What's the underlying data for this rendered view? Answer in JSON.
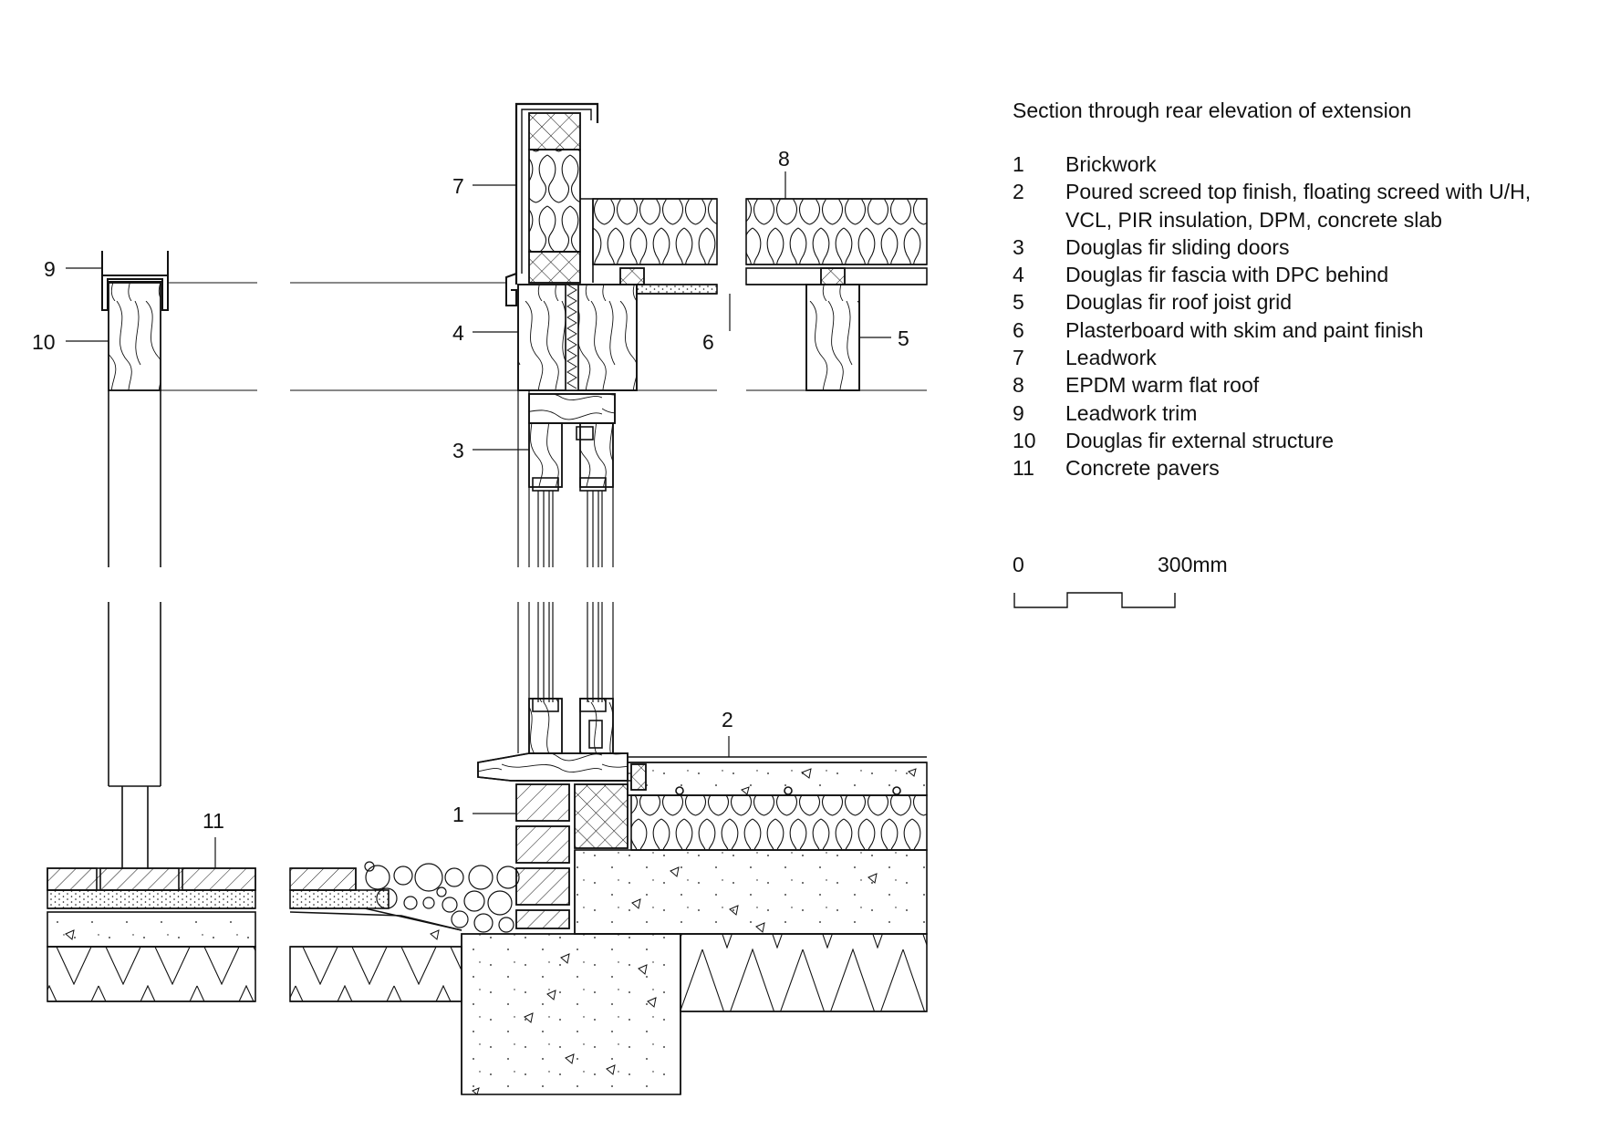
{
  "diagram": {
    "title": "Section through rear elevation of extension",
    "legend": [
      {
        "num": "1",
        "text": "Brickwork"
      },
      {
        "num": "2",
        "text": "Poured screed top finish, floating screed with U/H, VCL, PIR insulation, DPM, concrete slab"
      },
      {
        "num": "3",
        "text": "Douglas fir sliding doors"
      },
      {
        "num": "4",
        "text": "Douglas fir fascia with DPC behind"
      },
      {
        "num": "5",
        "text": "Douglas fir roof joist grid"
      },
      {
        "num": "6",
        "text": "Plasterboard with skim and paint finish"
      },
      {
        "num": "7",
        "text": "Leadwork"
      },
      {
        "num": "8",
        "text": "EPDM warm flat roof"
      },
      {
        "num": "9",
        "text": "Leadwork trim"
      },
      {
        "num": "10",
        "text": "Douglas fir external structure"
      },
      {
        "num": "11",
        "text": "Concrete pavers"
      }
    ],
    "callouts": [
      "1",
      "2",
      "3",
      "4",
      "5",
      "6",
      "7",
      "8",
      "9",
      "10",
      "11"
    ],
    "scale": {
      "start": "0",
      "end": "300mm"
    }
  }
}
